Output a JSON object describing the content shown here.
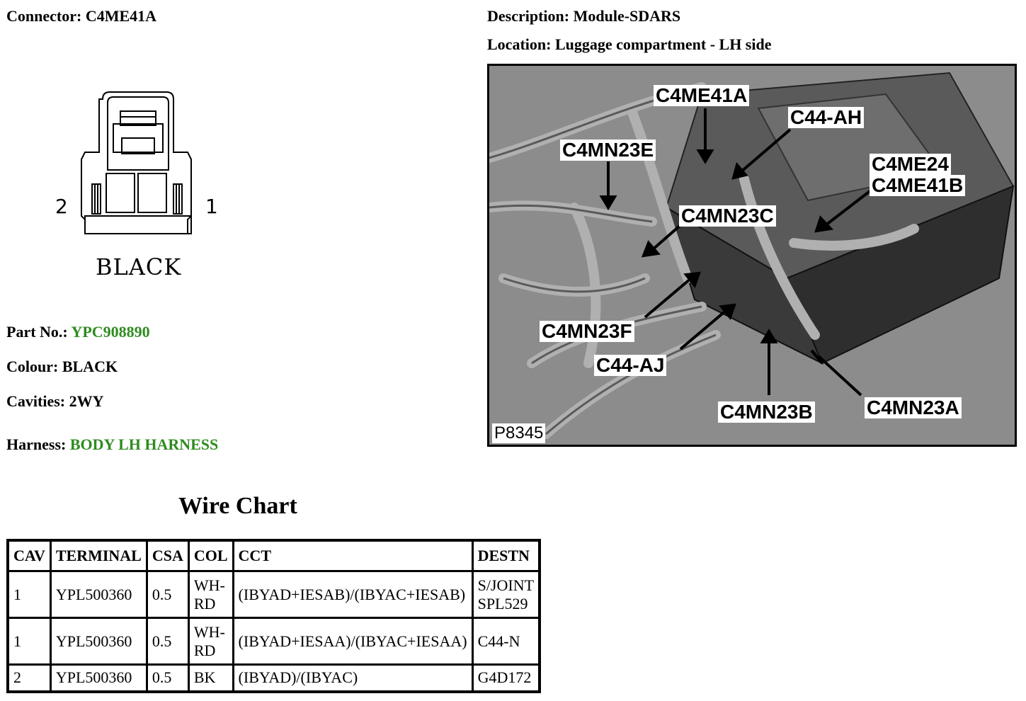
{
  "connector": {
    "label": "Connector:",
    "value": "C4ME41A"
  },
  "description": {
    "label": "Description:",
    "value": "Module-SDARS"
  },
  "location": {
    "label": "Location:",
    "value": "Luggage compartment - LH side"
  },
  "connector_drawing": {
    "pin_left": "2",
    "pin_right": "1",
    "color_label": "BLACK"
  },
  "part_no": {
    "label": "Part No.:",
    "value": "YPC908890"
  },
  "colour": {
    "label": "Colour:",
    "value": "BLACK"
  },
  "cavities": {
    "label": "Cavities:",
    "value": "2WY"
  },
  "harness": {
    "label": "Harness:",
    "value": "BODY LH HARNESS"
  },
  "colors": {
    "link_green": "#2e8b1e"
  },
  "photo": {
    "figure_id": "P8345",
    "callouts": [
      "C4ME41A",
      "C44-AH",
      "C4MN23E",
      "C4ME24",
      "C4ME41B",
      "C4MN23C",
      "C4MN23F",
      "C44-AJ",
      "C4MN23B",
      "C4MN23A"
    ]
  },
  "wire_chart": {
    "title": "Wire Chart",
    "headers": [
      "CAV",
      "TERMINAL",
      "CSA",
      "COL",
      "CCT",
      "DESTN"
    ],
    "rows": [
      {
        "cav": "1",
        "terminal": "YPL500360",
        "csa": "0.5",
        "col": "WH-RD",
        "cct": "(IBYAD+IESAB)/(IBYAC+IESAB)",
        "destn": "S/JOINT SPL529"
      },
      {
        "cav": "1",
        "terminal": "YPL500360",
        "csa": "0.5",
        "col": "WH-RD",
        "cct": "(IBYAD+IESAA)/(IBYAC+IESAA)",
        "destn": "C44-N"
      },
      {
        "cav": "2",
        "terminal": "YPL500360",
        "csa": "0.5",
        "col": "BK",
        "cct": "(IBYAD)/(IBYAC)",
        "destn": "G4D172"
      }
    ]
  }
}
